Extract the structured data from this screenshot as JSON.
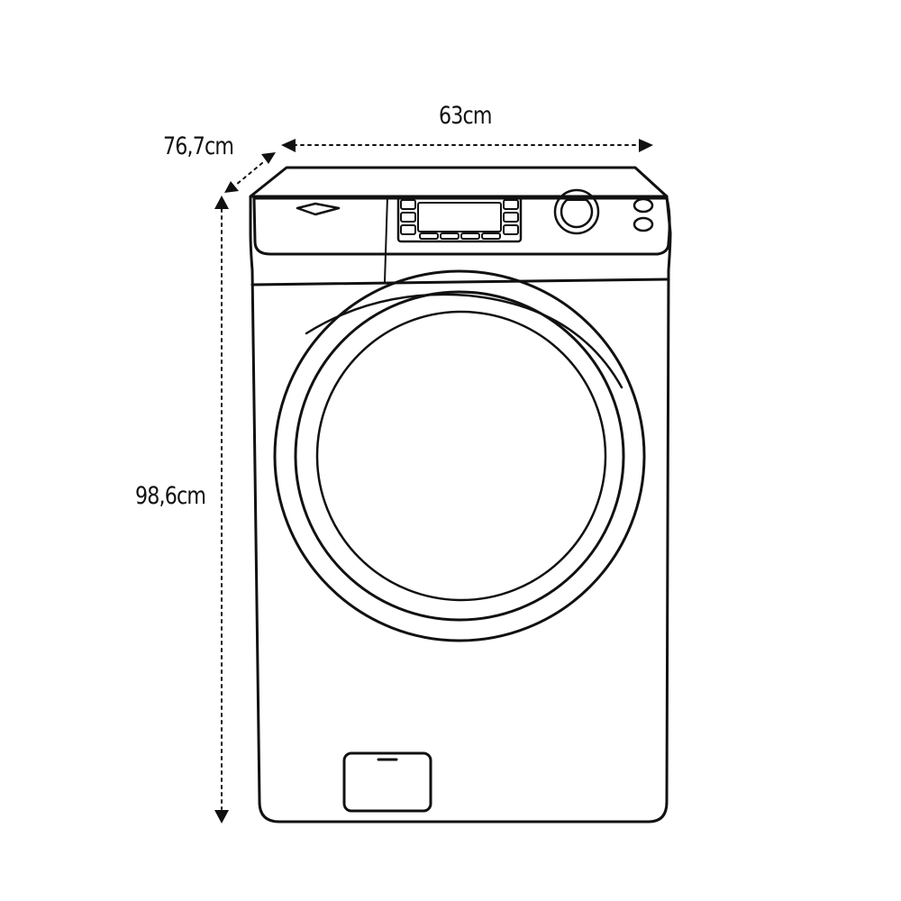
{
  "dimensions": {
    "width": "63cm",
    "depth": "76,7cm",
    "height": "98,6cm"
  },
  "colors": {
    "line": "#111111",
    "background": "#ffffff"
  }
}
